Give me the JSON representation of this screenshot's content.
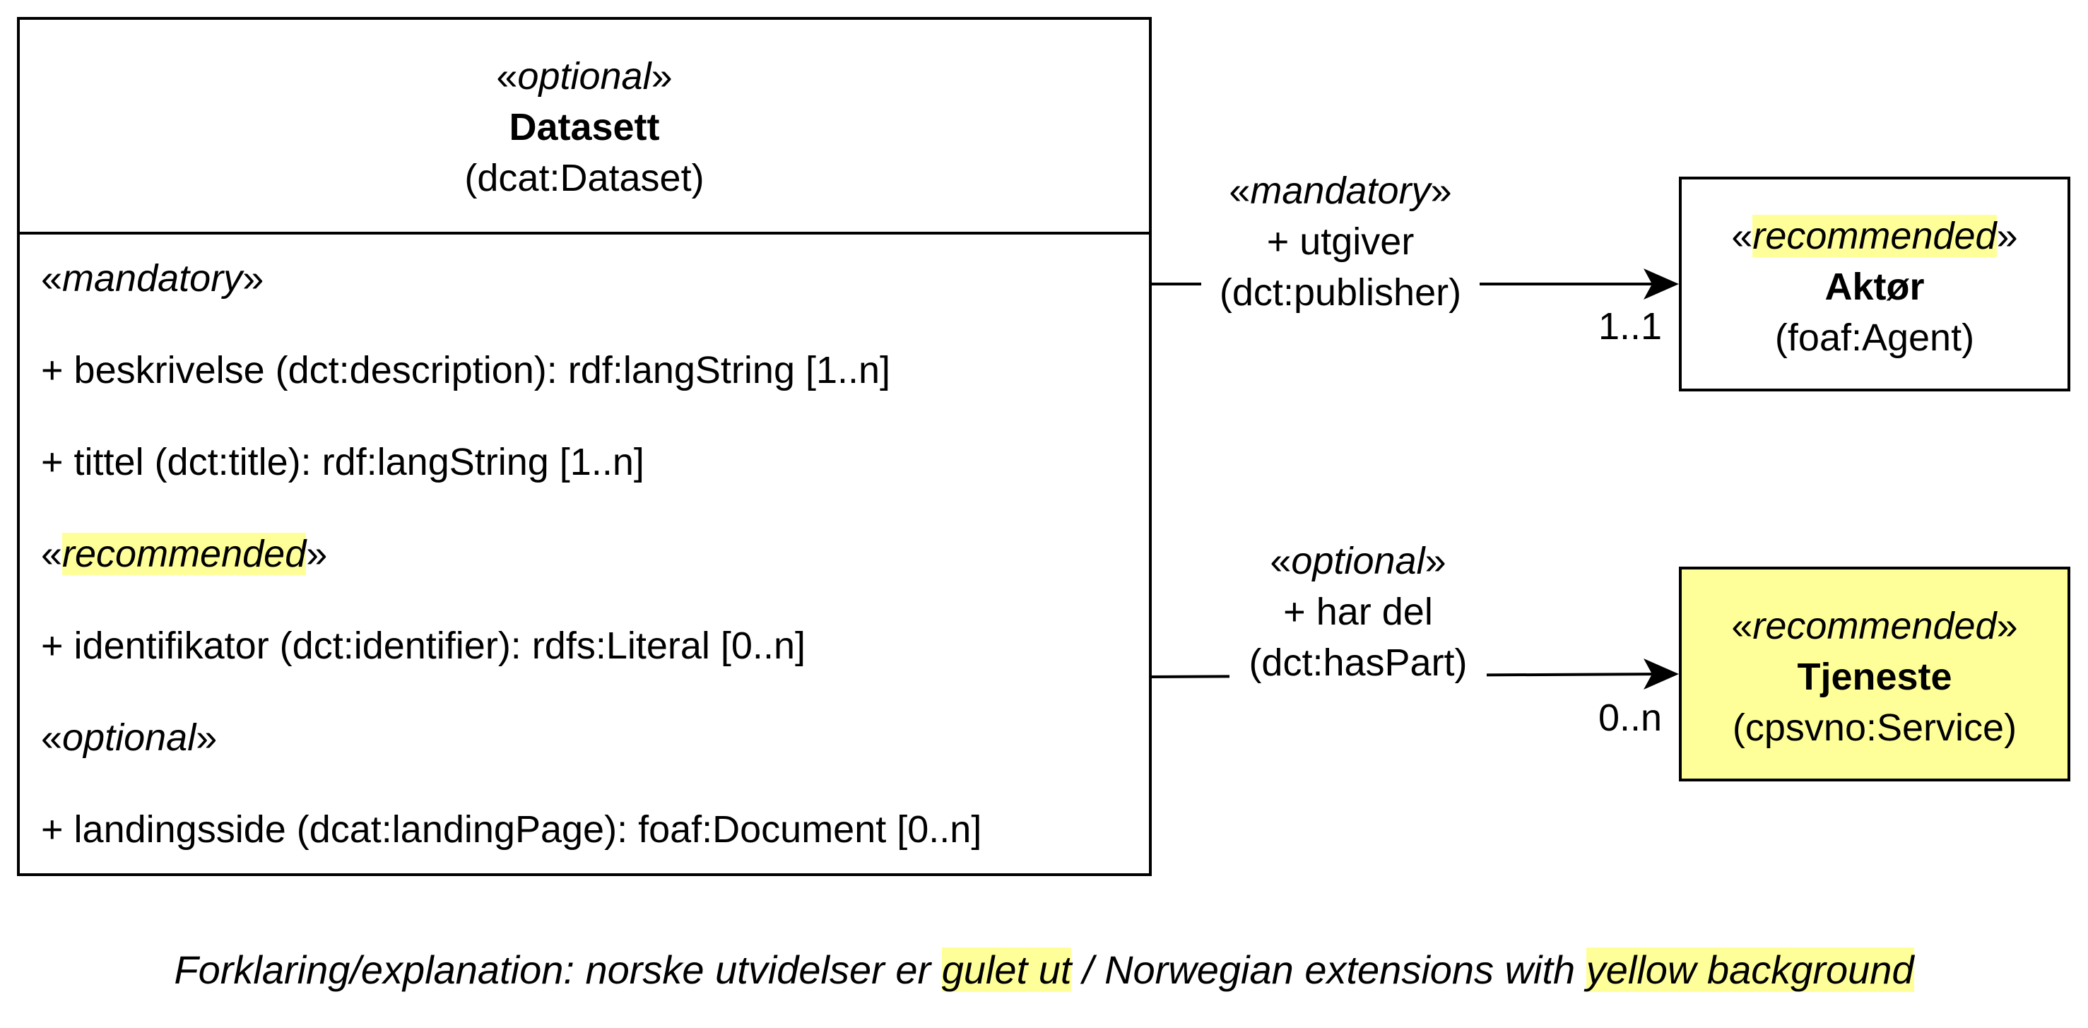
{
  "colors": {
    "highlight": "#ffff99",
    "stroke": "#000000",
    "background": "#ffffff"
  },
  "dataset": {
    "stereo_open": "«",
    "stereotype": "optional",
    "stereo_close": "»",
    "name": "Datasett",
    "uri": "(dcat:Dataset)",
    "groups": [
      {
        "stereotype": "mandatory",
        "highlighted": false,
        "attributes": [
          "+ beskrivelse (dct:description): rdf:langString [1..n]",
          "+ tittel (dct:title): rdf:langString [1..n]"
        ]
      },
      {
        "stereotype": "recommended",
        "highlighted": true,
        "attributes": [
          "+ identifikator (dct:identifier): rdfs:Literal [0..n]"
        ]
      },
      {
        "stereotype": "optional",
        "highlighted": false,
        "attributes": [
          "+ landingsside (dcat:landingPage): foaf:Document [0..n]"
        ]
      }
    ]
  },
  "agent": {
    "stereotype": "recommended",
    "stereotype_highlighted": true,
    "name": "Aktør",
    "uri": "(foaf:Agent)"
  },
  "service": {
    "stereotype": "recommended",
    "name": "Tjeneste",
    "uri": "(cpsvno:Service)",
    "highlighted": true
  },
  "edges": {
    "publisher": {
      "stereotype": "mandatory",
      "role": "+ utgiver",
      "uri": "(dct:publisher)",
      "multiplicity": "1..1"
    },
    "haspart": {
      "stereotype": "optional",
      "role": "+ har del",
      "uri": "(dct:hasPart)",
      "multiplicity": "0..n"
    }
  },
  "legend": {
    "part1": "Forklaring/explanation: norske utvidelser er ",
    "hl1": "gulet ut",
    "part2": " / Norwegian extensions with ",
    "hl2": "yellow background"
  }
}
